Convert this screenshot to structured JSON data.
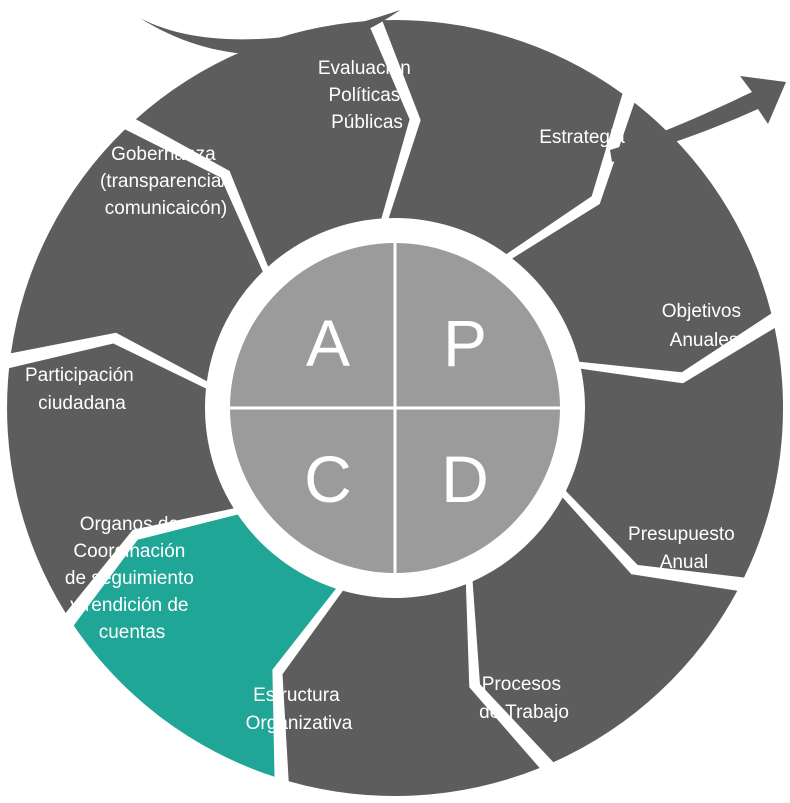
{
  "colors": {
    "segment": "#5d5d5d",
    "highlight": "#1fa697",
    "quadrant": "#9b9b9b",
    "background": "#ffffff",
    "text": "#ffffff"
  },
  "segments": [
    {
      "id": "evaluacion",
      "lines": [
        "Evaluación",
        "Políticas",
        "Públicas"
      ]
    },
    {
      "id": "estrategia",
      "lines": [
        "Estrategia"
      ]
    },
    {
      "id": "objetivos",
      "lines": [
        "Objetivos",
        "Anuales"
      ]
    },
    {
      "id": "presupuesto",
      "lines": [
        "Presupuesto",
        "Anual"
      ]
    },
    {
      "id": "procesos",
      "lines": [
        "Procesos",
        "de Trabajo"
      ]
    },
    {
      "id": "estructura",
      "lines": [
        "Estructura",
        "Organizativa"
      ]
    },
    {
      "id": "organos",
      "highlight": true,
      "lines": [
        "Organos de",
        "Coordinación",
        "de seguimiento",
        "y rendición de",
        "cuentas"
      ]
    },
    {
      "id": "participacion",
      "lines": [
        "Participación",
        "ciudadana"
      ]
    },
    {
      "id": "gobernanza",
      "lines": [
        "Gobernanza",
        "(transparencia/",
        "comunicaicón)"
      ]
    }
  ],
  "quadrants": {
    "top_left": "A",
    "top_right": "P",
    "bottom_left": "C",
    "bottom_right": "D"
  }
}
